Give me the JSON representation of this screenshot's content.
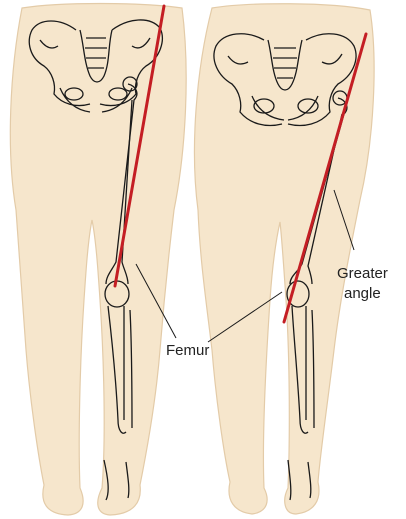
{
  "colors": {
    "skin": "#f6e6cc",
    "skin_outline": "#e3cba8",
    "bone_line": "#1a1a1a",
    "axis_line": "#c41e24",
    "label_text": "#222222"
  },
  "labels": {
    "femur": "Femur",
    "greater_line1": "Greater",
    "greater_line2": "angle"
  }
}
